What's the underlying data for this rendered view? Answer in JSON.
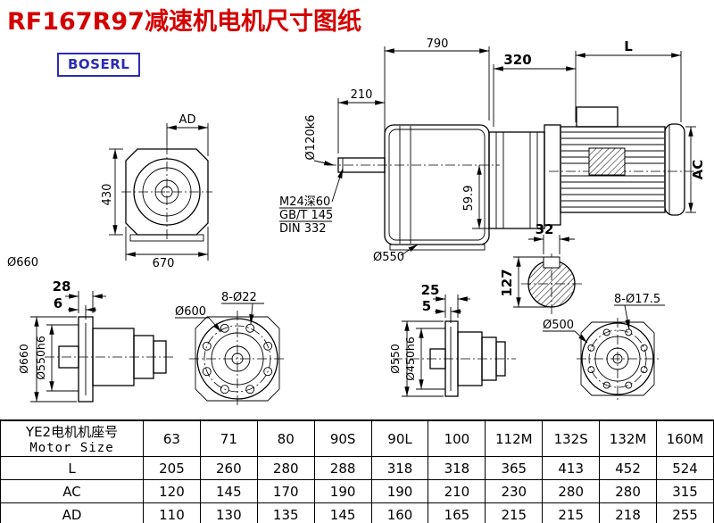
{
  "header": {
    "title": "RF167R97减速机电机尺寸图纸",
    "brand": "BOSERL"
  },
  "dims": {
    "total_len": "790",
    "shaft_len": "210",
    "shaft_dia": "Ø120k6",
    "adapter_len": "320",
    "motor_len": "L",
    "motor_ac": "AC",
    "tap_spec": "M24深60",
    "tap_std1": "GB/T 145",
    "tap_std2": "DIN 332",
    "offset_599": "59.9",
    "front_ad": "AD",
    "front_430": "430",
    "front_670": "670",
    "front_dia": "Ø660",
    "rear_flange_dia": "Ø550",
    "key_32": "32",
    "key_127": "127",
    "fl1_28": "28",
    "fl1_6": "6",
    "fl1_outer": "Ø660",
    "fl1_spigot": "Ø550h6",
    "fl1_bc": "Ø600",
    "fl1_holes": "8-Ø22",
    "fl2_25": "25",
    "fl2_5": "5",
    "fl2_outer": "Ø550",
    "fl2_spigot": "Ø450h6",
    "fl2_bc": "Ø500",
    "fl2_holes": "8-Ø17.5"
  },
  "table": {
    "row_label_cn": "YE2电机机座号",
    "row_label_en": "Motor Size",
    "columns": [
      "63",
      "71",
      "80",
      "90S",
      "90L",
      "100",
      "112M",
      "132S",
      "132M",
      "160M"
    ],
    "rows": [
      {
        "label": "L",
        "values": [
          "205",
          "260",
          "280",
          "288",
          "318",
          "318",
          "365",
          "413",
          "452",
          "524"
        ]
      },
      {
        "label": "AC",
        "values": [
          "120",
          "145",
          "170",
          "190",
          "190",
          "210",
          "230",
          "280",
          "280",
          "315"
        ]
      },
      {
        "label": "AD",
        "values": [
          "110",
          "130",
          "135",
          "145",
          "160",
          "165",
          "215",
          "215",
          "218",
          "255"
        ]
      }
    ]
  }
}
